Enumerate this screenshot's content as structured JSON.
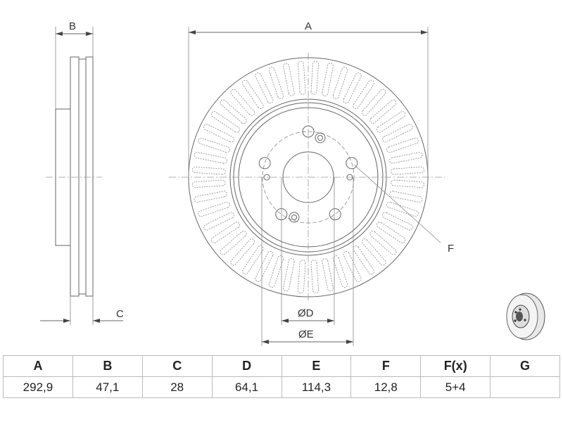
{
  "drawing": {
    "labels": {
      "A": "A",
      "B": "B",
      "C": "C",
      "D": "ØD",
      "E": "ØE",
      "F": "F"
    },
    "slot_count": 48,
    "line_color": "#666666"
  },
  "table": {
    "headers": [
      "A",
      "B",
      "C",
      "D",
      "E",
      "F",
      "F(x)",
      "G"
    ],
    "values": [
      "292,9",
      "47,1",
      "28",
      "64,1",
      "114,3",
      "12,8",
      "5+4",
      ""
    ]
  }
}
